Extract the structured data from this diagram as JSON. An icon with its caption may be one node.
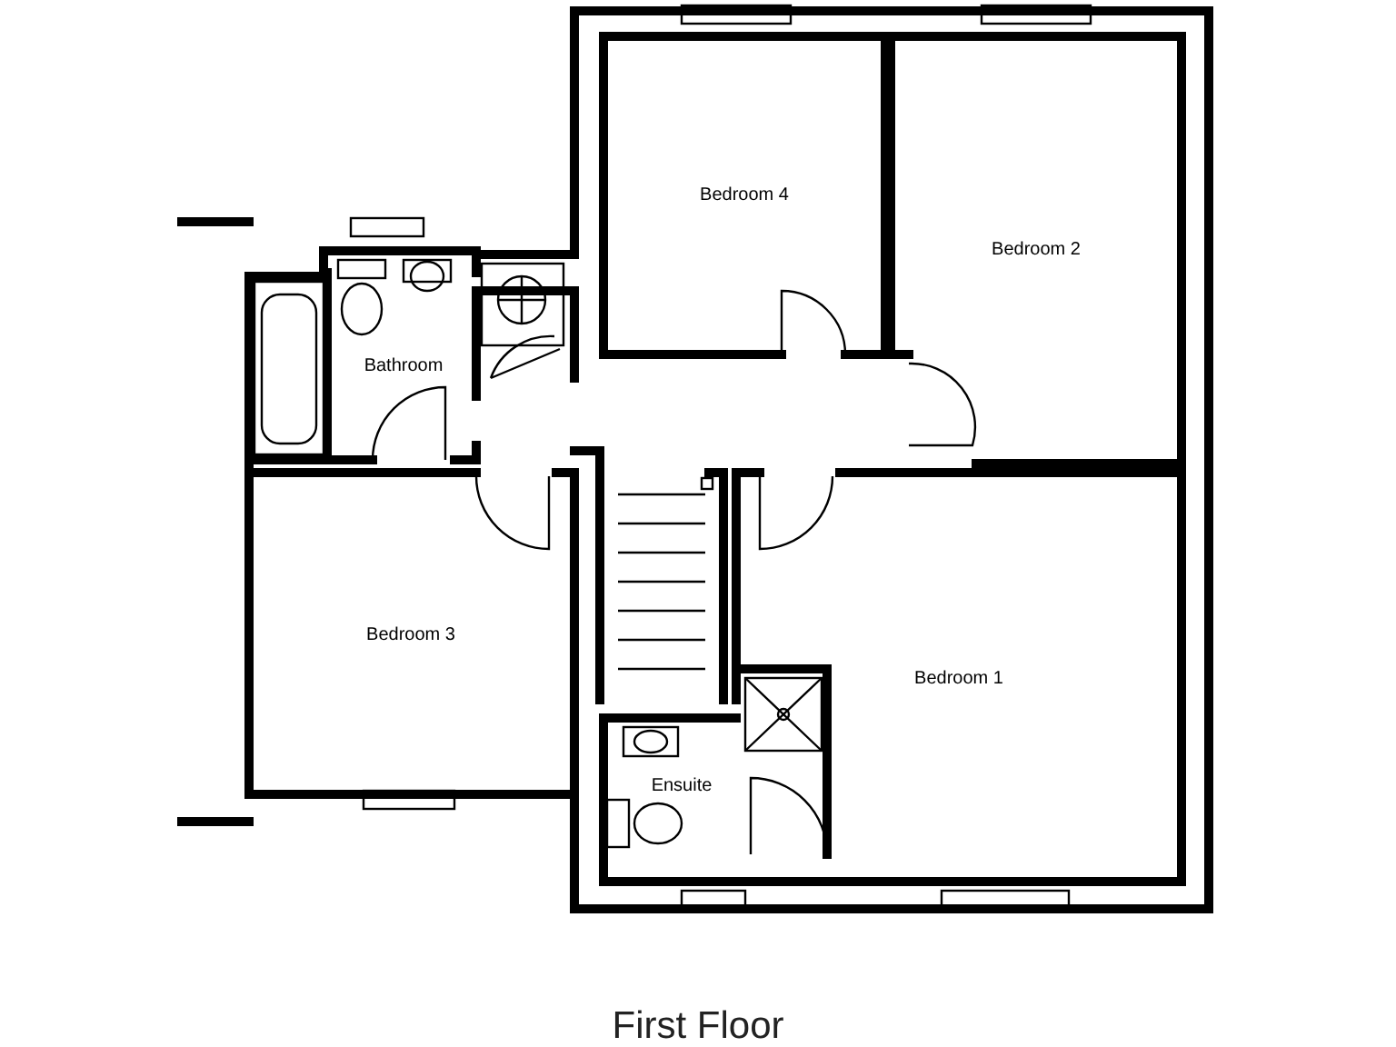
{
  "diagram": {
    "caption": "First Floor",
    "nodes": [
      {
        "text": [
          "Bedroom 4"
        ]
      },
      {
        "text": [
          "Bedroom 2"
        ]
      },
      {
        "text": [
          "Bathroom"
        ]
      },
      {
        "text": [
          "Bedroom 3"
        ]
      },
      {
        "text": [
          "Bedroom 1"
        ]
      },
      {
        "text": [
          "Ensuite"
        ]
      }
    ],
    "edges": []
  }
}
